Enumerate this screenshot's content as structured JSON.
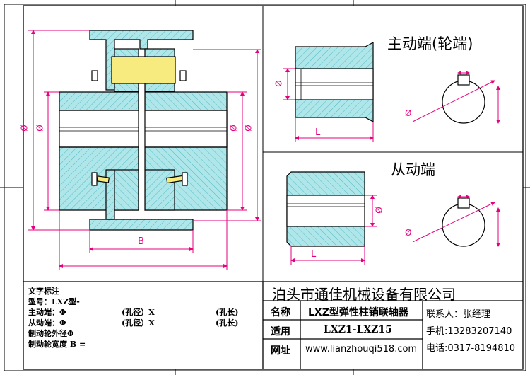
{
  "views": {
    "driving_end_label": "主动端(轮端)",
    "driven_end_label": "从动端"
  },
  "dimensions": {
    "phi": "Ø",
    "B": "B",
    "L": "L"
  },
  "notes": {
    "heading": "文字标注",
    "model": "型号：LXZ型-",
    "driving_end": "主动端：Φ",
    "driven_end": "从动端：Φ",
    "bore_diameter": "(孔径）X",
    "bore_length": "(孔长)",
    "brake_wheel_diameter": "制动轮外径Φ",
    "brake_wheel_width": "制动轮宽度 B ="
  },
  "title_block": {
    "company": "泊头市通佳机械设备有限公司",
    "name_label": "名称",
    "name_value": "LXZ型弹性柱销联轴器",
    "applicable_label": "适用",
    "applicable_value": "LXZ1-LXZ15",
    "website_label": "网址",
    "website_value": "www.lianzhouqi518.com",
    "contact": "联系人：张经理",
    "mobile": "手机:13283207140",
    "phone": "电话:0317-8194810"
  },
  "colors": {
    "part_fill": "#aee6ea",
    "pin_fill": "#f7ea7e",
    "line": "#000000",
    "dimension": "#e4007f"
  }
}
